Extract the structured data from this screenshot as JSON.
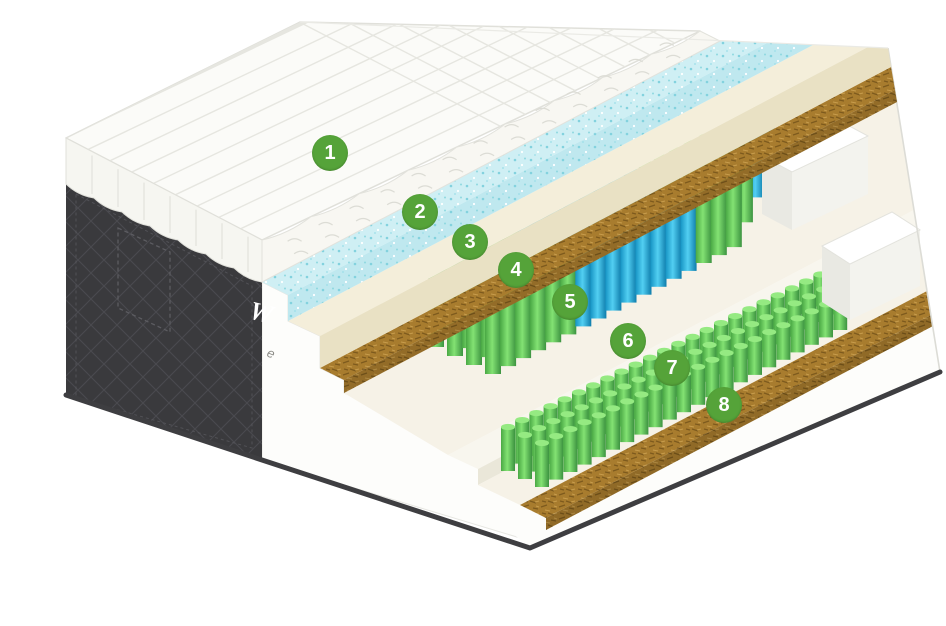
{
  "figure": {
    "type": "mattress-layer-cutaway-diagram",
    "background_color": "#ffffff"
  },
  "badges": [
    {
      "label": "1"
    },
    {
      "label": "2"
    },
    {
      "label": "3"
    },
    {
      "label": "4"
    },
    {
      "label": "5"
    },
    {
      "label": "6"
    },
    {
      "label": "7"
    },
    {
      "label": "8"
    }
  ],
  "branding": {
    "logo_text": "W",
    "logo_subtext": "e"
  },
  "palette": {
    "badge_green": "#55a339",
    "spring_green": "#6fd761",
    "spring_green_top": "#95ea82",
    "spring_blue": "#2fbbe8",
    "spring_blue_top": "#62d6f4",
    "gel_foam": "#cfeff4",
    "cream_foam": "#f4eeda",
    "coir_brown": "#a87c2e",
    "fabric_dark": "#3a3a3d",
    "white_foam": "#fdfdfb"
  },
  "layers": [
    {
      "id": "1",
      "name": "quilted-pillow-top"
    },
    {
      "id": "2",
      "name": "gel-speckled-foam"
    },
    {
      "id": "3",
      "name": "soft-foam"
    },
    {
      "id": "4",
      "name": "coir-layer"
    },
    {
      "id": "5",
      "name": "zoned-micro-springs"
    },
    {
      "id": "6",
      "name": "transition-foam"
    },
    {
      "id": "7",
      "name": "mini-springs"
    },
    {
      "id": "8",
      "name": "coir-base"
    }
  ],
  "springs": {
    "zone5_segments": [
      {
        "color": "green",
        "count": 6
      },
      {
        "color": "blue",
        "count": 8
      },
      {
        "color": "green",
        "count": 6
      },
      {
        "color": "blue",
        "count": 4
      }
    ],
    "zone7_color": "green"
  }
}
